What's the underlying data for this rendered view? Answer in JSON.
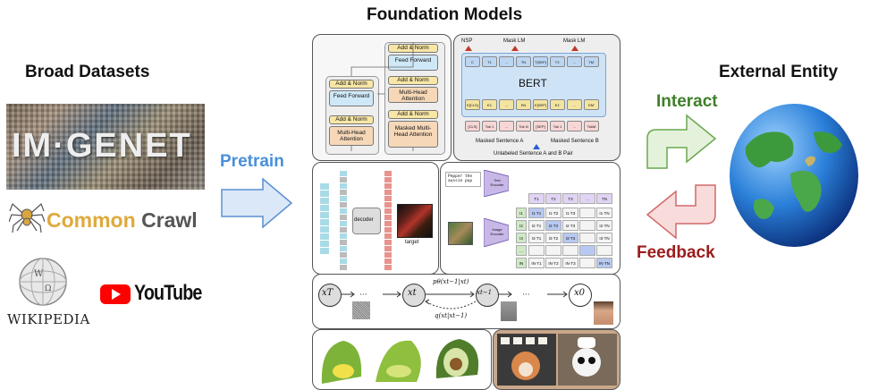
{
  "titles": {
    "foundation_models": "Foundation Models",
    "broad_datasets": "Broad Datasets",
    "external_entity": "External Entity"
  },
  "labels": {
    "pretrain": "Pretrain",
    "interact": "Interact",
    "feedback": "Feedback"
  },
  "datasets": {
    "imagenet": "IM·GENET",
    "common": "Common",
    "crawl": "Crawl",
    "wikipedia": "Wikipedia",
    "youtube": "YouTube"
  },
  "transformer": {
    "add_norm": "Add & Norm",
    "feed_forward": "Feed Forward",
    "multi_head": "Multi-Head Attention",
    "masked_multi_head": "Masked Multi-Head Attention"
  },
  "bert": {
    "title": "BERT",
    "nsp": "NSP",
    "mask_lm_1": "Mask LM",
    "mask_lm_2": "Mask LM",
    "sentence_a": "Masked Sentence A",
    "sentence_b": "Masked Sentence B",
    "pair": "Unlabeled Sentence A and B Pair",
    "tokens_top": [
      "C",
      "T1",
      "...",
      "TN",
      "T[SEP]",
      "T1'",
      "...",
      "TM'"
    ],
    "tokens_emb": [
      "E[CLS]",
      "E1",
      "...",
      "EN",
      "E[SEP]",
      "E1'",
      "...",
      "EM'"
    ],
    "tokens_in": [
      "[CLS]",
      "Tok 1",
      "...",
      "Tok N",
      "[SEP]",
      "Tok 1",
      "...",
      "TokM"
    ]
  },
  "mae": {
    "decoder": "decoder",
    "target": "target"
  },
  "clip": {
    "text_prompt": "Pepper the aussie pup",
    "text_encoder": "Text Encoder",
    "image_encoder": "Image Encoder",
    "col_heads": [
      "T1",
      "T2",
      "T3",
      "...",
      "TN"
    ],
    "row_heads": [
      "I1",
      "I2",
      "I3",
      "...",
      "IN"
    ]
  },
  "diffusion": {
    "x_T": "xT",
    "x_t": "xt",
    "x_t_1": "xt−1",
    "x_0": "x0",
    "p_label": "pθ(xt−1|xt)",
    "q_label": "q(xt|xt−1)"
  },
  "colors": {
    "pretrain_arrow": "#dbe8f8",
    "pretrain_text": "#4a90d9",
    "interact_arrow": "#e4f2dc",
    "interact_text": "#3f7f2a",
    "feedback_arrow": "#f8dcdc",
    "feedback_text": "#9b1c1c",
    "youtube_red": "#ff0000",
    "common_gold": "#e0a93b"
  }
}
